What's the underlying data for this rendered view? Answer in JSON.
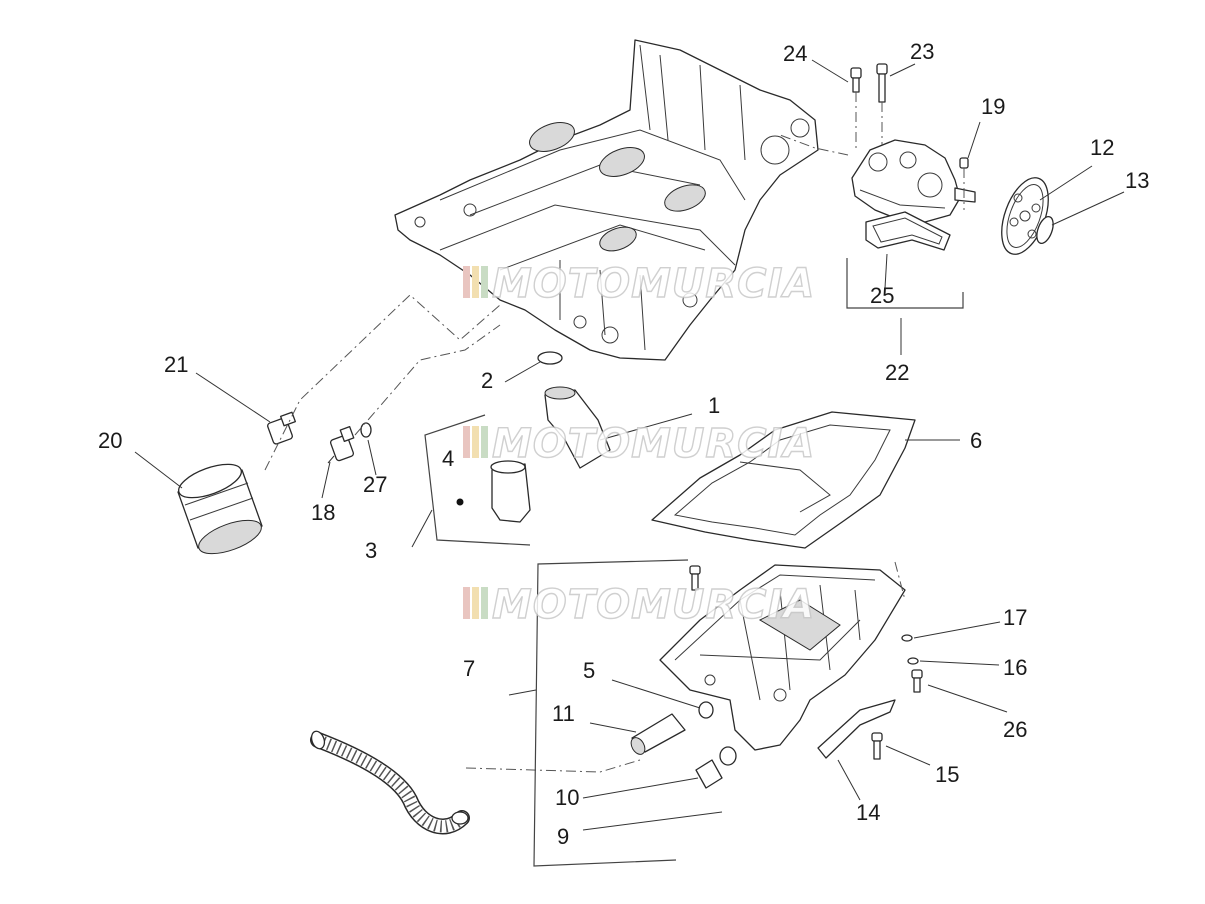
{
  "watermark": {
    "text": "MOTOMURCIA",
    "stripe_colors": [
      "#e9c5c0",
      "#f2dfb0",
      "#c9dcc4"
    ]
  },
  "callouts": {
    "c1": "1",
    "c2": "2",
    "c3": "3",
    "c4": "4",
    "c5": "5",
    "c6": "6",
    "c7": "7",
    "c9": "9",
    "c10": "10",
    "c11": "11",
    "c12": "12",
    "c13": "13",
    "c14": "14",
    "c15": "15",
    "c16": "16",
    "c17": "17",
    "c18": "18",
    "c19": "19",
    "c20": "20",
    "c21": "21",
    "c22": "22",
    "c23": "23",
    "c24": "24",
    "c25": "25",
    "c26": "26",
    "c27": "27"
  }
}
